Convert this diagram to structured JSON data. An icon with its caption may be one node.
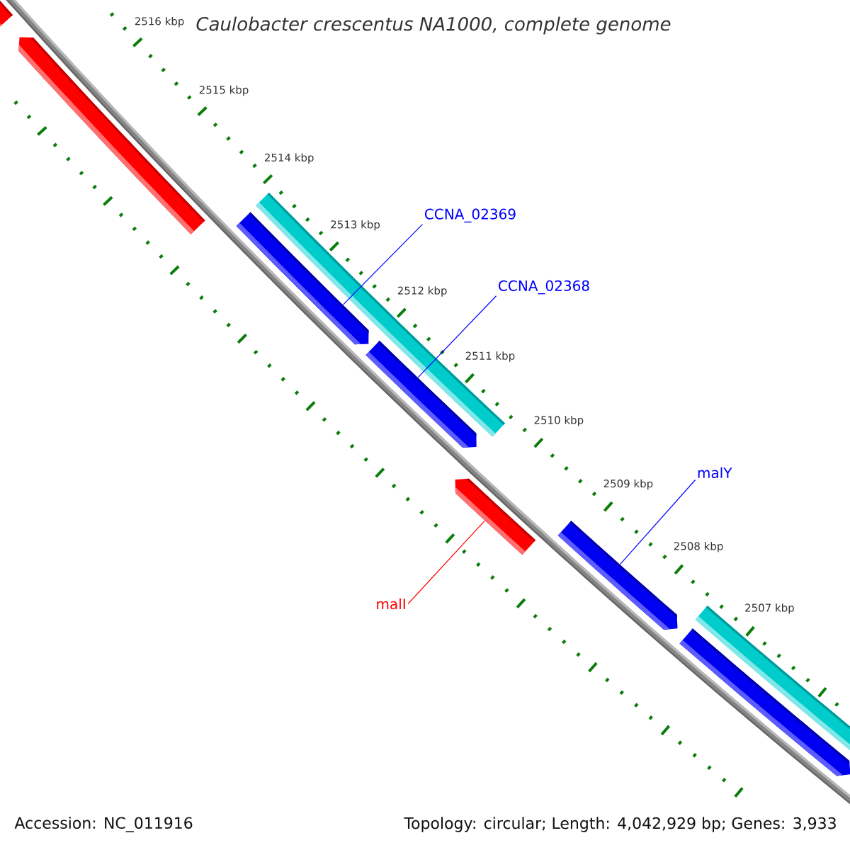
{
  "diagram": {
    "title": "Caulobacter crescentus NA1000, complete genome",
    "nodes": [
      {
        "text": [],
        "shape": "bar"
      },
      {
        "text": [],
        "shape": "arrow"
      },
      {
        "text": [
          "CCNA_02369"
        ]
      },
      {
        "text": [],
        "shape": "bar"
      },
      {
        "text": [],
        "shape": "arrow"
      },
      {
        "text": [
          "CCNA_02368"
        ]
      },
      {
        "text": [],
        "shape": "arrow"
      },
      {
        "text": [],
        "shape": "arrow"
      },
      {
        "text": [
          "malY"
        ]
      },
      {
        "text": [],
        "shape": "arrow"
      },
      {
        "text": [
          "malI"
        ]
      },
      {
        "text": [],
        "shape": "bar"
      },
      {
        "text": [],
        "shape": "arrow"
      }
    ],
    "edges": [
      {
        "from": 2,
        "to": 4,
        "arrow": "none"
      },
      {
        "from": 5,
        "to": 6,
        "arrow": "none"
      },
      {
        "from": 8,
        "to": 9,
        "arrow": "none"
      },
      {
        "from": 10,
        "to": 7,
        "arrow": "none",
        "color": "#ff0000"
      }
    ],
    "labels": [
      "2516 kbp",
      "2515 kbp",
      "2514 kbp",
      "2513 kbp",
      "2512 kbp",
      "2511 kbp",
      "2510 kbp",
      "2509 kbp",
      "2508 kbp",
      "2507 kbp",
      "Accession: NC_011916",
      "Topology: circular; Length: 4,042,929 bp; Genes: 3,933"
    ]
  }
}
